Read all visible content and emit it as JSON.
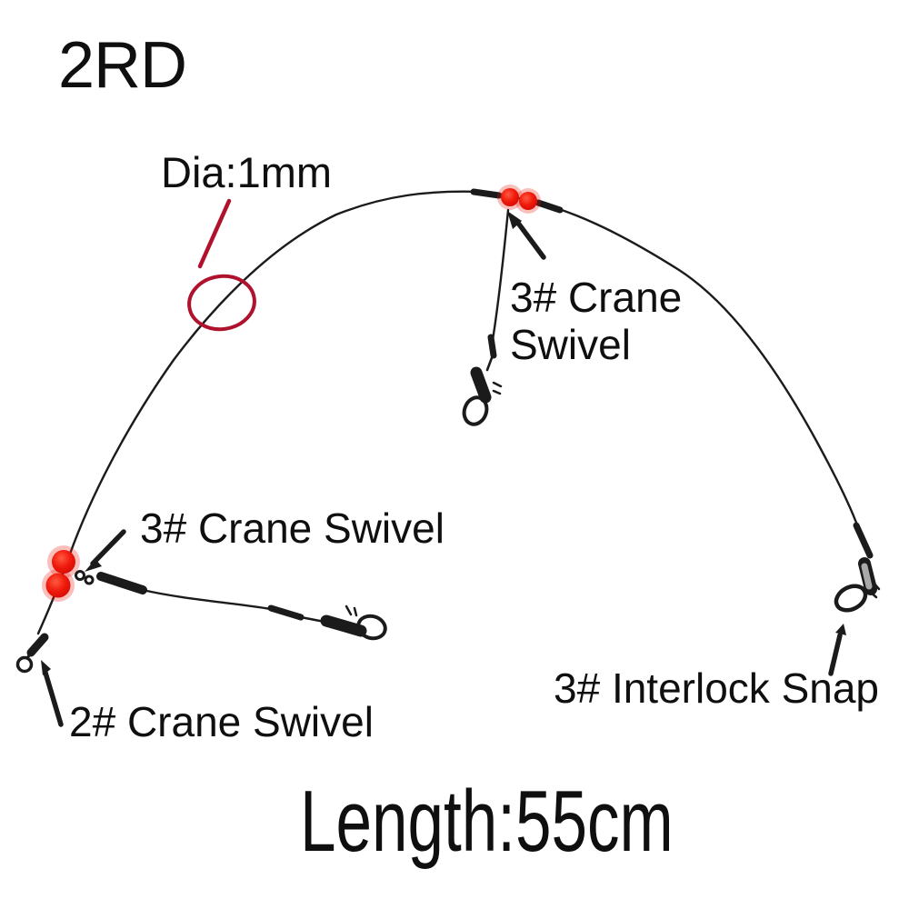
{
  "product": {
    "variant_code": "2RD",
    "wire_diameter_label": "Dia:1mm",
    "length_label": "Length:55cm"
  },
  "callouts": {
    "top_branch": {
      "line1": "3# Crane",
      "line2": "Swivel"
    },
    "left_branch": {
      "label": "3# Crane Swivel"
    },
    "left_end": {
      "label": "2# Crane Swivel"
    },
    "right_end": {
      "label": "3# Interlock Snap"
    }
  },
  "colors": {
    "background": "#ffffff",
    "text": "#0f0f0f",
    "wire": "#1b1b1b",
    "bead_red": "#ee1509",
    "annotation_red": "#b0122e"
  }
}
